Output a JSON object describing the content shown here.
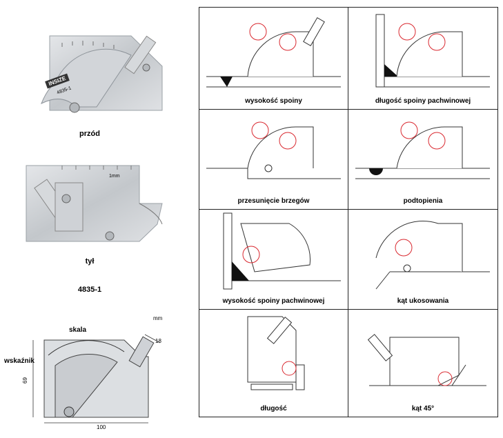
{
  "left": {
    "front_caption": "przód",
    "back_caption": "tył",
    "model": "4835-1",
    "brand": "INSIZE",
    "brand_model": "4835-1",
    "unit": "mm",
    "label_scale": "skala",
    "label_pointer": "wskaźnik",
    "dim_height": "69",
    "dim_width": "100",
    "dim_top": "18",
    "back_scale_text": "1mm"
  },
  "grid": {
    "cells": [
      {
        "caption": "wysokość spoiny"
      },
      {
        "caption": "długość spoiny pachwinowej"
      },
      {
        "caption": "przesunięcie brzegów"
      },
      {
        "caption": "podtopienia"
      },
      {
        "caption": "wysokość spoiny pachwinowej"
      },
      {
        "caption": "kąt ukosowania"
      },
      {
        "caption": "długość"
      },
      {
        "caption": "kąt 45°"
      }
    ]
  },
  "colors": {
    "accent_circle": "#d9272e",
    "line": "#333333",
    "metal": "#c9ccd0"
  }
}
